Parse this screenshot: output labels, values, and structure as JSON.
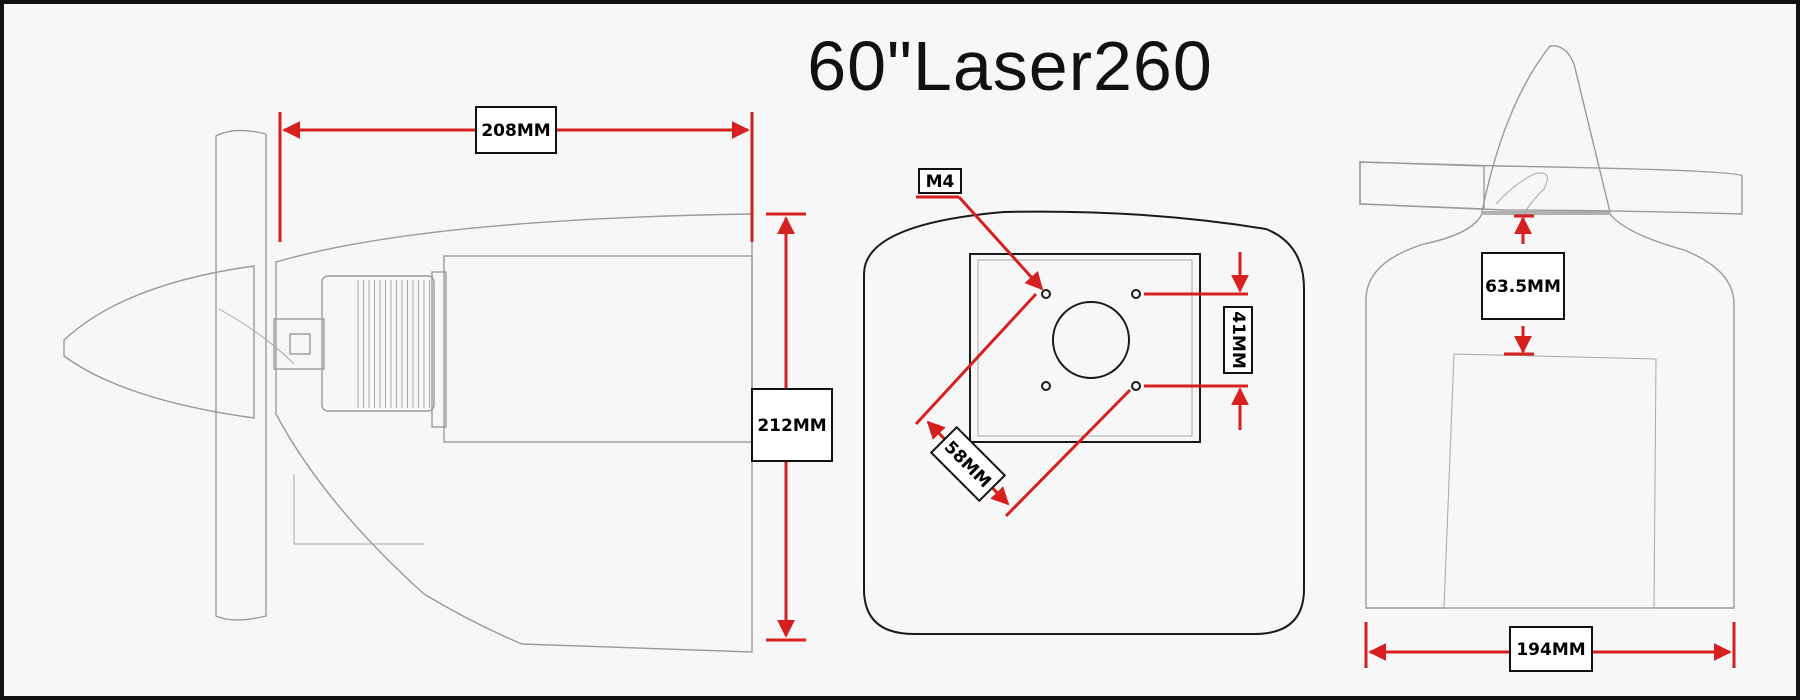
{
  "title": "60\"Laser260",
  "dimensions": {
    "motor_length": "208MM",
    "cowl_height": "212MM",
    "mount_hole": "M4",
    "hole_spacing_vertical": "41MM",
    "hole_spacing_diagonal": "58MM",
    "spinner_offset": "63.5MM",
    "cowl_width": "194MM"
  },
  "colors": {
    "dimension": "#d61f1f",
    "outline": "#9a9a9a",
    "frame": "#111111",
    "background": "#f7f7f7"
  }
}
